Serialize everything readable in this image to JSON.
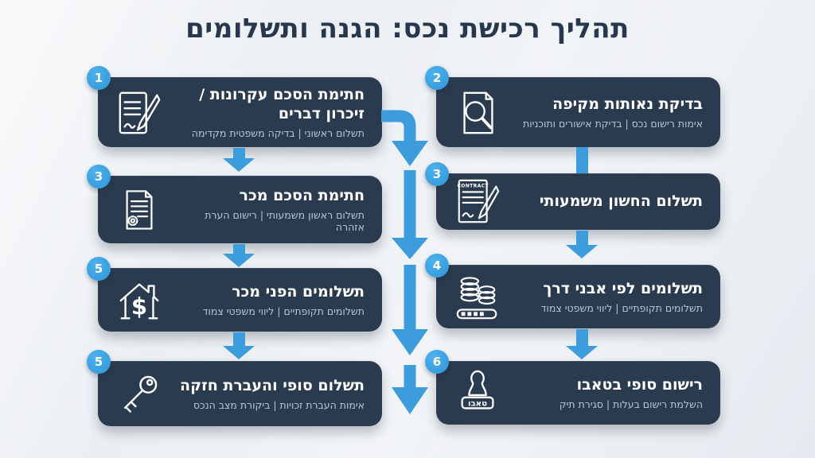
{
  "page": {
    "title": "תהליך רכישת נכס: הגנה ותשלומים"
  },
  "colors": {
    "background": "#eceff3",
    "box": "#2b3b4f",
    "accent_arrow": "#3d9cdb",
    "badge": "#35a2e2",
    "title_text": "#26374e",
    "box_title_text": "#ffffff",
    "box_subtitle_text": "#b9c6d3"
  },
  "steps": {
    "left": [
      {
        "number": "1",
        "title": "חתימת הסכם עקרונות / זיכרון דברים",
        "subtitle": "תשלום ראשוני | בדיקה משפטית מקדימה",
        "icon": "document-pen-icon"
      },
      {
        "number": "3",
        "title": "חתימת הסכם מכר",
        "subtitle": "תשלום ראשון משמעותי | רישום הערת אזהרה",
        "icon": "document-seal-icon"
      },
      {
        "number": "5",
        "title": "תשלומים הפני מכר",
        "subtitle": "תשלומים תקופתיים | ליווי משפטי צמוד",
        "icon": "house-dollar-icon"
      },
      {
        "number": "5",
        "title": "תשלום סופי והעברת חזקה",
        "subtitle": "אימות העברת זכויות | ביקורת מצב הנכס",
        "icon": "key-icon"
      }
    ],
    "right": [
      {
        "number": "2",
        "title": "בדיקת נאותות מקיפה",
        "subtitle": "אימות רישום נכס | בדיקת אישורים ותוכניות",
        "icon": "document-magnifier-icon"
      },
      {
        "number": "3",
        "title": "תשלום החשון משמעותי",
        "subtitle": "",
        "icon": "contract-pen-icon",
        "icon_label": "CONTRACT"
      },
      {
        "number": "4",
        "title": "תשלומים לפי אבני דרך",
        "subtitle": "תשלומים תקופתיים | ליווי משפטי צמוד",
        "icon": "coins-progress-icon"
      },
      {
        "number": "6",
        "title": "רישום סופי בטאבו",
        "subtitle": "השלמת רישום בעלות | סגירת תיק",
        "icon": "stamp-icon",
        "icon_label": "טאבו"
      }
    ]
  }
}
